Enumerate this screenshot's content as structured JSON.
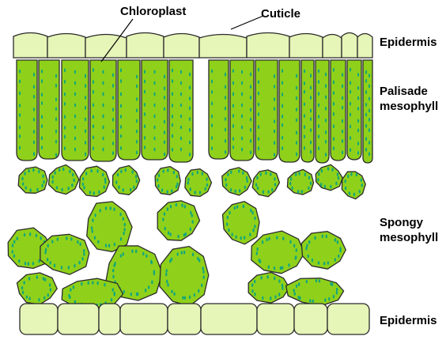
{
  "labels": {
    "chloroplast": "Chloroplast",
    "cuticle": "Cuticle",
    "epidermis_top": "Epidermis",
    "palisade_line1": "Palisade",
    "palisade_line2": "mesophyll",
    "spongy_line1": "Spongy",
    "spongy_line2": "mesophyll",
    "epidermis_bottom": "Epidermis"
  },
  "colors": {
    "epidermis_fill": "#e6f5b8",
    "mesophyll_fill": "#8fd11a",
    "chloroplast_dot": "#14a77a",
    "outline": "#2b2b2b"
  }
}
